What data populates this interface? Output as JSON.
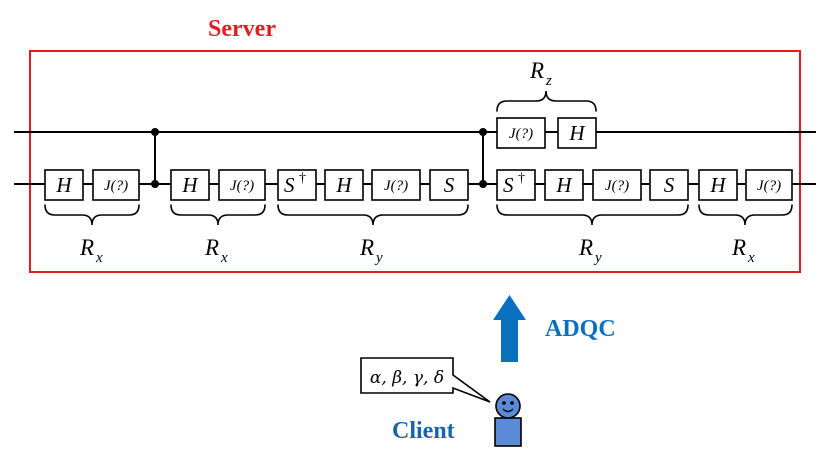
{
  "labels": {
    "server": "Server",
    "adqc": "ADQC",
    "client": "Client",
    "client_params": "α, β, γ, δ"
  },
  "gates": {
    "hadamard": "H",
    "s": "S",
    "s_dagger_base": "S",
    "dagger": "†",
    "j_gate": "J(?)"
  },
  "rotations": {
    "r_base": "R",
    "x": "x",
    "y": "y",
    "z": "z"
  },
  "colors": {
    "server": "#e31b23",
    "adqc": "#0b6fbf",
    "client_body": "#5b8bd6",
    "client_text": "#1565b0"
  }
}
